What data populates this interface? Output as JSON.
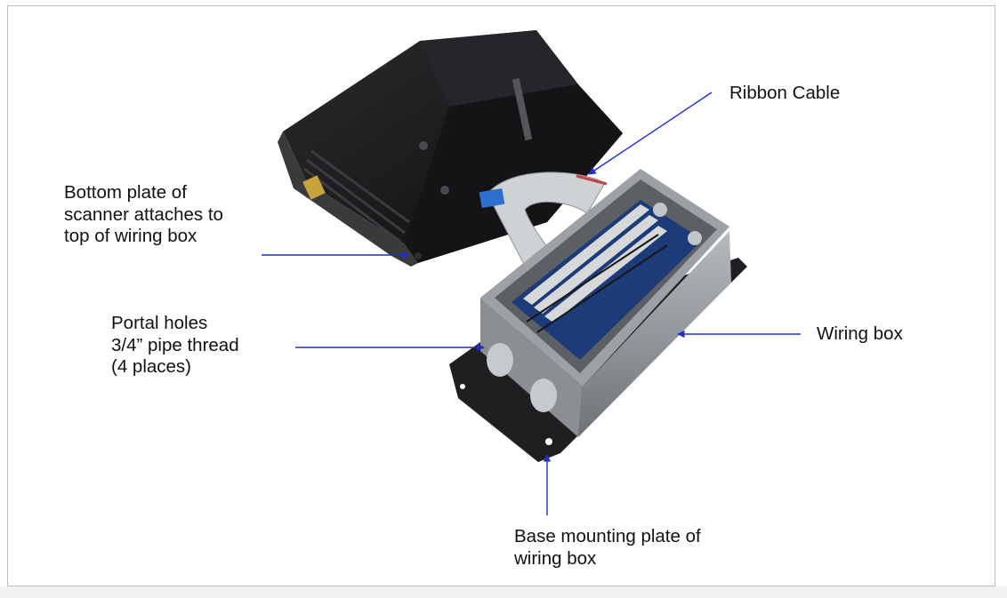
{
  "callouts": {
    "ribbon_cable": "Ribbon Cable",
    "bottom_plate": [
      "Bottom plate of",
      "scanner attaches to",
      "top of wiring box"
    ],
    "portal_holes": [
      "Portal holes",
      "3/4” pipe thread",
      "(4 places)"
    ],
    "wiring_box": "Wiring box",
    "base_plate": [
      "Base mounting plate of",
      "wiring box"
    ]
  },
  "colors": {
    "arrow": "#1f2fc8",
    "frame_border": "#bdbdbd",
    "scanner_body": "#1b1b1d",
    "box_metal": "#9a9ea2",
    "terminal_board": "#1d3b78",
    "ribbon": "#cfd2d4"
  }
}
